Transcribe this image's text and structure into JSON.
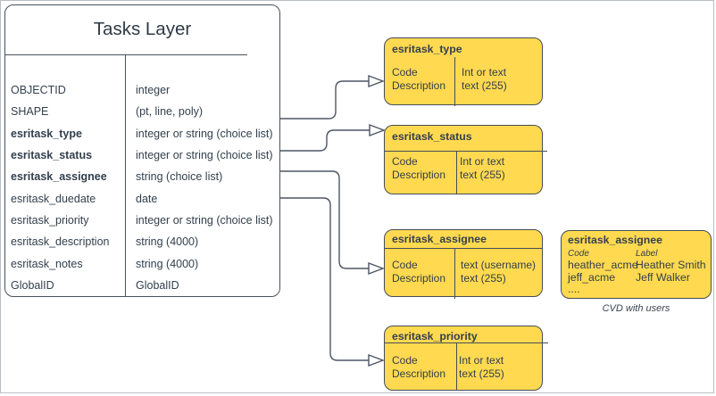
{
  "main_table": {
    "title": "Tasks Layer",
    "fields": [
      {
        "name": "OBJECTID",
        "type": "integer"
      },
      {
        "name": "SHAPE",
        "type": "(pt, line, poly)"
      },
      {
        "name": "esritask_type",
        "type": "integer or string (choice list)"
      },
      {
        "name": "esritask_status",
        "type": "integer or string (choice list)"
      },
      {
        "name": "esritask_assignee",
        "type": "string (choice list)"
      },
      {
        "name": "esritask_duedate",
        "type": "date"
      },
      {
        "name": "esritask_priority",
        "type": "integer or string (choice list)"
      },
      {
        "name": "esritask_description",
        "type": "string (4000)"
      },
      {
        "name": "esritask_notes",
        "type": "string (4000)"
      },
      {
        "name": "GlobalID",
        "type": "GlobalID"
      }
    ]
  },
  "domain_tables": [
    {
      "title": "esritask_type",
      "col1": [
        "Code",
        "Description"
      ],
      "col2": [
        "Int or text",
        "text (255)"
      ]
    },
    {
      "title": "esritask_status",
      "col1": [
        "Code",
        "Description"
      ],
      "col2": [
        "Int or text",
        "text (255)"
      ]
    },
    {
      "title": "esritask_assignee",
      "col1": [
        "Code",
        "Description"
      ],
      "col2": [
        "text  (username)",
        "text (255)"
      ]
    },
    {
      "title": "esritask_priority",
      "col1": [
        "Code",
        "Description"
      ],
      "col2": [
        "Int or text",
        "text (255)"
      ]
    }
  ],
  "cvd_table": {
    "title": "esritask_assignee",
    "col_headers": [
      "Code",
      "Label"
    ],
    "codes": [
      "heather_acme",
      "jeff_acme",
      "...."
    ],
    "labels": [
      "Heather Smith",
      "Jeff Walker",
      ""
    ],
    "caption": "CVD with users"
  },
  "colors": {
    "domain_fill": "#ffd94f",
    "shape_stroke": "#454d56",
    "connector_stroke": "#4d5665",
    "text": "#33404e",
    "frame_border": "#b9bec4"
  }
}
